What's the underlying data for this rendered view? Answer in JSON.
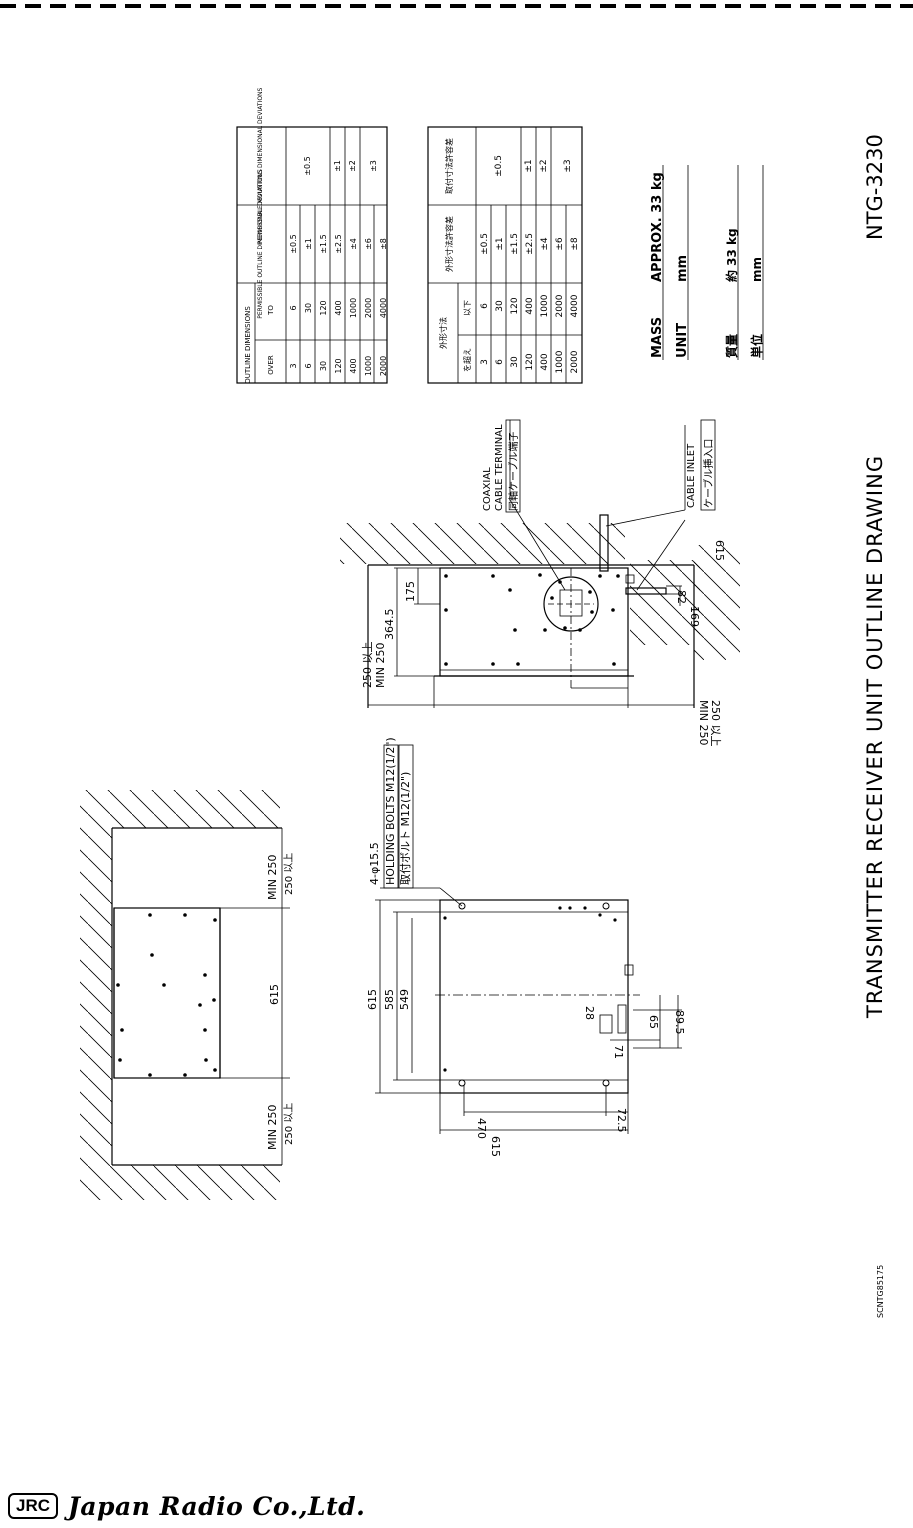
{
  "title": "TRANSMITTER RECEIVER UNIT OUTLINE DRAWING",
  "model": "NTG-3230",
  "drawing_no": "SCNTG85175",
  "company": {
    "logo_text": "JRC",
    "name": "Japan Radio Co.,Ltd."
  },
  "notes": {
    "mass_label": "MASS",
    "mass_value": "APPROX. 33 kg",
    "unit_label": "UNIT",
    "unit_value": "mm",
    "mass_label_jp": "質量",
    "mass_value_jp": "約 33 kg",
    "unit_label_jp": "単位",
    "unit_value_jp": "mm"
  },
  "tolerance_table_en": {
    "header_outline": "OUTLINE DIMENSIONS",
    "header_over": "OVER",
    "header_to": "TO",
    "header_outline_dev": "PERMISSIBLE OUTLINE DIMENSIONAL DEVIATIONS",
    "header_mount_dev": "PERMISSIBLE MOUNTING DIMENSIONAL DEVIATIONS",
    "rows": [
      {
        "over": "3",
        "to": "6",
        "outline": "±0.5"
      },
      {
        "over": "6",
        "to": "30",
        "outline": "±1"
      },
      {
        "over": "30",
        "to": "120",
        "outline": "±1.5"
      },
      {
        "over": "120",
        "to": "400",
        "outline": "±2.5"
      },
      {
        "over": "400",
        "to": "1000",
        "outline": "±4"
      },
      {
        "over": "1000",
        "to": "2000",
        "outline": "±6"
      },
      {
        "over": "2000",
        "to": "4000",
        "outline": "±8"
      }
    ],
    "mount_values": [
      "±0.5",
      "±1",
      "±2",
      "±3"
    ]
  },
  "tolerance_table_jp": {
    "header_outline": "外形寸法",
    "header_over": "を超え",
    "header_to": "以下",
    "header_outline_dev": "外形寸法許容差",
    "header_mount_dev": "取付寸法許容差",
    "rows": [
      {
        "over": "3",
        "to": "6",
        "outline": "±0.5"
      },
      {
        "over": "6",
        "to": "30",
        "outline": "±1"
      },
      {
        "over": "30",
        "to": "120",
        "outline": "±1.5"
      },
      {
        "over": "120",
        "to": "400",
        "outline": "±2.5"
      },
      {
        "over": "400",
        "to": "1000",
        "outline": "±4"
      },
      {
        "over": "1000",
        "to": "2000",
        "outline": "±6"
      },
      {
        "over": "2000",
        "to": "4000",
        "outline": "±8"
      }
    ],
    "mount_values": [
      "±0.5",
      "±1",
      "±2",
      "±3"
    ]
  },
  "side_view": {
    "dim_upper": "364.5",
    "dim_175": "175",
    "dim_169": "169",
    "dim_82": "82",
    "dim_615": "615",
    "clear_left": "MIN 250",
    "clear_left_jp": "250 以上",
    "clear_right": "MIN 250",
    "clear_right_jp": "250 以上",
    "coaxial_label_1": "COAXIAL",
    "coaxial_label_2": "CABLE TERMINAL",
    "coaxial_label_jp": "同軸ケーブル端子",
    "cable_inlet": "CABLE INLET",
    "cable_inlet_jp": "ケーブル挿入口"
  },
  "top_view": {
    "clear_upper": "MIN 250",
    "clear_upper_jp": "250 以上",
    "clear_lower": "MIN 250",
    "clear_lower_jp": "250 以上",
    "dim_615": "615"
  },
  "bottom_view": {
    "holes": "4-φ15.5",
    "bolts": "HOLDING BOLTS M12(1/2\")",
    "bolts_jp": "取付ボルト M12(1/2\")",
    "dim_615_v": "615",
    "dim_585": "585",
    "dim_549": "549",
    "dim_470": "470",
    "dim_72_5": "72.5",
    "dim_615_h": "615",
    "dim_28": "28",
    "dim_71": "71",
    "dim_65": "65",
    "dim_89_5": "89.5"
  }
}
